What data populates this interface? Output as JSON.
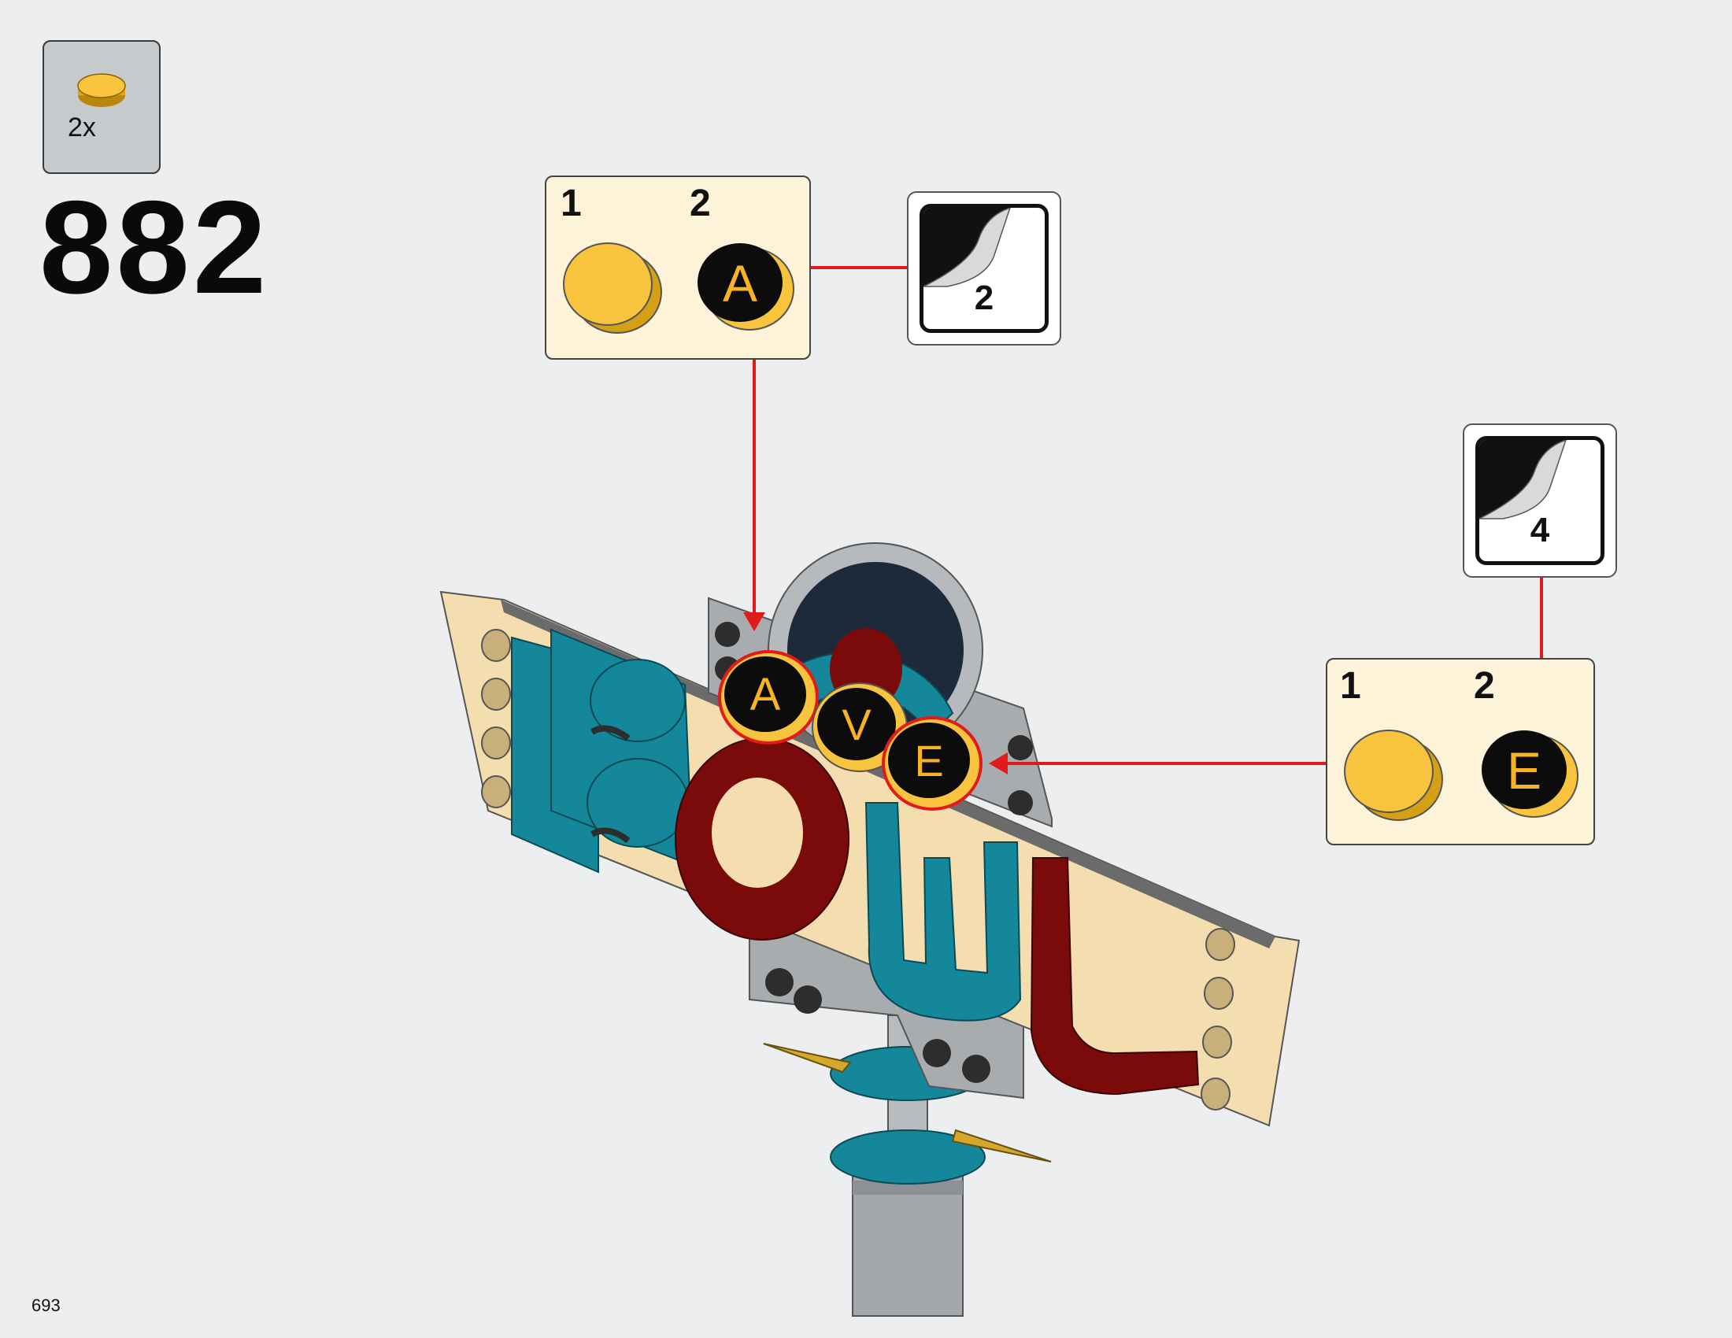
{
  "parts_list": {
    "items": [
      {
        "quantity": "2x",
        "part_icon": "yellow-round-tile-icon",
        "color": "#f8c43e"
      }
    ]
  },
  "step": {
    "number": "882"
  },
  "callout_a": {
    "label_1": "1",
    "label_2": "2",
    "letter": "A",
    "sticker_number": "2"
  },
  "callout_e": {
    "label_1": "1",
    "label_2": "2",
    "letter": "E",
    "sticker_number": "4"
  },
  "page": {
    "number": "693"
  },
  "colors": {
    "background": "#eceef0",
    "tile_yellow": "#f8c43e",
    "callout_bg": "#fdf3d9",
    "arrow_red": "#e11a1a",
    "teal": "#14879a",
    "dark_red": "#7b0b0b",
    "tan": "#f4deaf",
    "grey": "#a7abaf"
  }
}
